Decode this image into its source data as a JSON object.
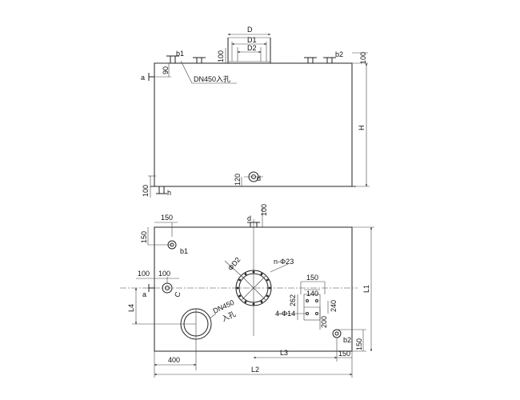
{
  "elevation": {
    "labels": {
      "D": "D",
      "D1": "D1",
      "D2": "D2",
      "b1": "b1",
      "b2": "b2",
      "a": "a",
      "h": "h",
      "H": "H",
      "d": "d",
      "manhole": "DN450入孔",
      "d100_top": "100",
      "d100_right": "100",
      "d90": "90",
      "d120": "120",
      "d100_bottom": "100"
    }
  },
  "plan": {
    "labels": {
      "d150_top": "150",
      "d150_left": "150",
      "d100_a": "100",
      "d100_b": "100",
      "d100_d": "100",
      "d": "d",
      "b1": "b1",
      "b2": "b2",
      "a": "a",
      "c": "C",
      "phiD2": "ΦD2",
      "holes": "n-Φ23",
      "manhole_dn": "DN450",
      "manhole_word": "入孔",
      "L4": "L4",
      "L1": "L1",
      "L2": "L2",
      "L3": "L3",
      "d400": "400",
      "d150_bot": "150",
      "d150_right": "150",
      "d150_base": "150",
      "d140": "140",
      "d262": "262",
      "d240": "240",
      "d200": "200",
      "bolt": "4-Φ14"
    }
  }
}
